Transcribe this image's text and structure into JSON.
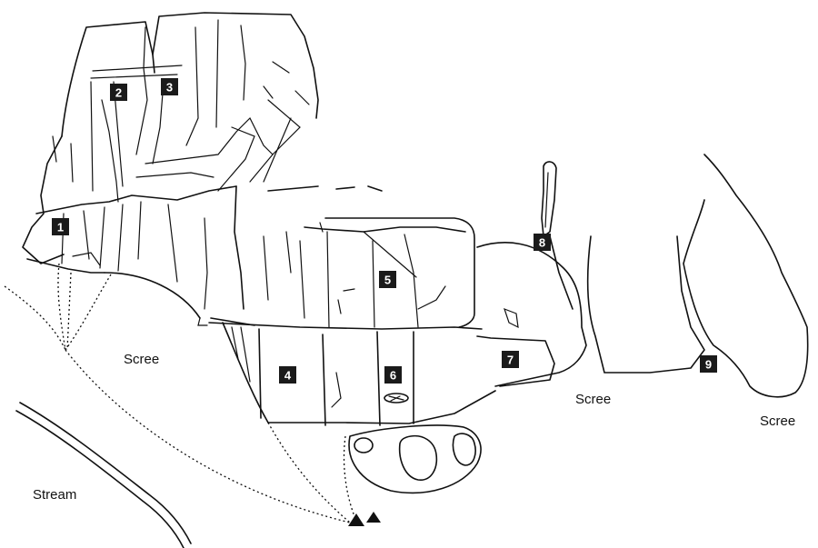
{
  "routes": [
    {
      "number": "1"
    },
    {
      "number": "2"
    },
    {
      "number": "3"
    },
    {
      "number": "4"
    },
    {
      "number": "5"
    },
    {
      "number": "6"
    },
    {
      "number": "7"
    },
    {
      "number": "8"
    },
    {
      "number": "9"
    }
  ],
  "labels": {
    "scree_left": "Scree",
    "scree_middle": "Scree",
    "scree_right": "Scree",
    "stream": "Stream"
  }
}
